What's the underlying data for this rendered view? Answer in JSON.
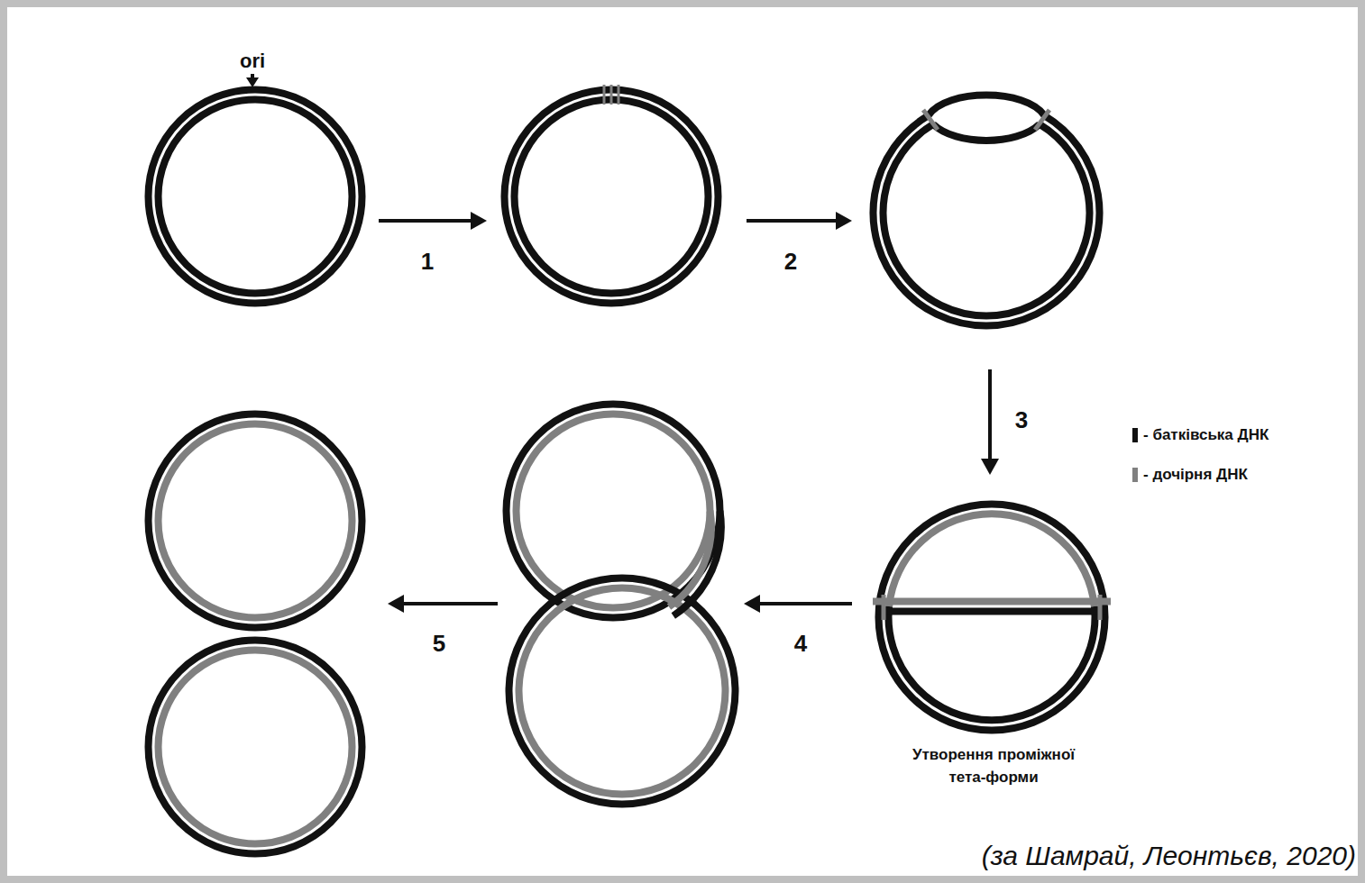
{
  "diagram": {
    "labels": [
      "ori",
      "1",
      "2",
      "3",
      "4",
      "5",
      "Утворення проміжної тета-форми",
      "(за Шамрай, Леонтьєв, 2020)"
    ],
    "legend": [
      {
        "text": "- батківська ДНК",
        "color": "#111111"
      },
      {
        "text": "- дочірня ДНК",
        "color": "#808080"
      }
    ]
  }
}
